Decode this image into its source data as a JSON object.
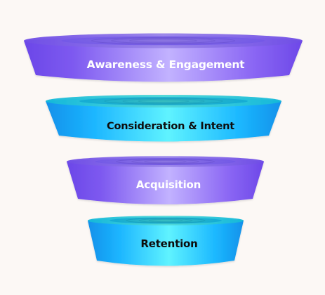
{
  "diagram": {
    "stages": [
      {
        "id": "awareness",
        "label": "Awareness & Engagement",
        "style": "purple"
      },
      {
        "id": "consideration",
        "label": "Consideration & Intent",
        "style": "cyan"
      },
      {
        "id": "acquisition",
        "label": "Acquisition",
        "style": "purple"
      },
      {
        "id": "retention",
        "label": "Retention",
        "style": "cyan"
      }
    ],
    "colors": {
      "background": "#fcf8f5",
      "purple_dark": "#6d48e8",
      "purple_mid": "#9d7df0",
      "purple_light": "#c5b6ff",
      "cyan_dark": "#1391ea",
      "cyan_mid": "#24c7ff",
      "cyan_light": "#55f3ff",
      "label_light": "#ffffff",
      "label_dark": "#111111"
    }
  }
}
